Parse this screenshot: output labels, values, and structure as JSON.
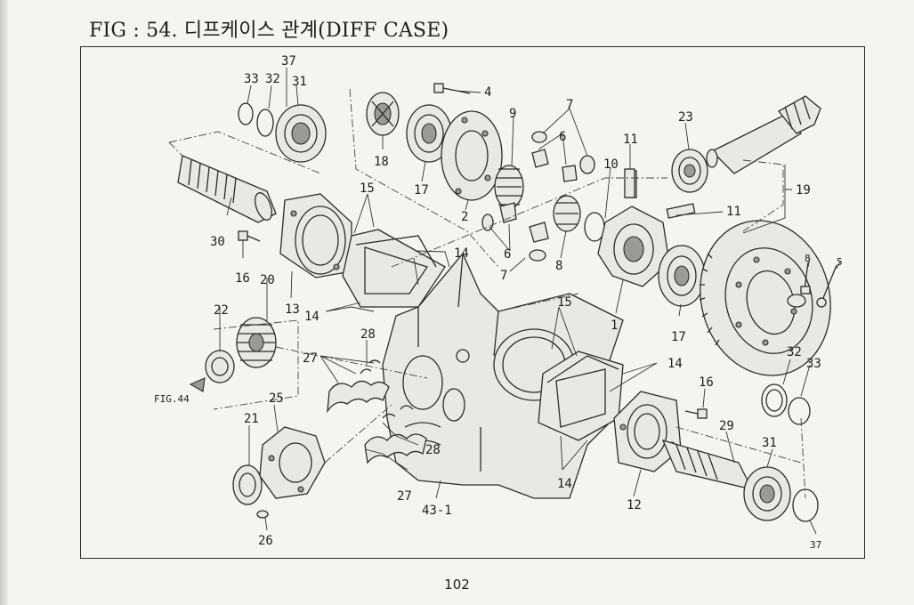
{
  "figure": {
    "title": "FIG : 54. 디프케이스 관계(DIFF CASE)"
  },
  "page_number": "102",
  "callouts": {
    "c33a": "33",
    "c32a": "32",
    "c37a": "37",
    "c31a": "31",
    "c4": "4",
    "c18": "18",
    "c17a": "17",
    "c9": "9",
    "c7a": "7",
    "c6a": "6",
    "c11a": "11",
    "c23": "23",
    "c10": "10",
    "c11b": "11",
    "c19": "19",
    "c15a": "15",
    "c2": "2",
    "c30": "30",
    "c16a": "16",
    "c20": "20",
    "c14a": "14",
    "c13": "13",
    "c14b": "14",
    "c6b": "6",
    "c7b": "7",
    "c8a": "8",
    "c1": "1",
    "c17b": "17",
    "c8b": "8",
    "c5": "5",
    "c22": "22",
    "c28a": "28",
    "c27a": "27",
    "fig44": "FIG.44",
    "c15b": "15",
    "c14c": "14",
    "c32b": "32",
    "c33b": "33",
    "c16b": "16",
    "c29": "29",
    "c21": "21",
    "c25": "25",
    "c28b": "28",
    "c31b": "31",
    "c14d": "14",
    "c27b": "27",
    "c12": "12",
    "c43": "43-1",
    "c26": "26",
    "c37b": "37"
  }
}
